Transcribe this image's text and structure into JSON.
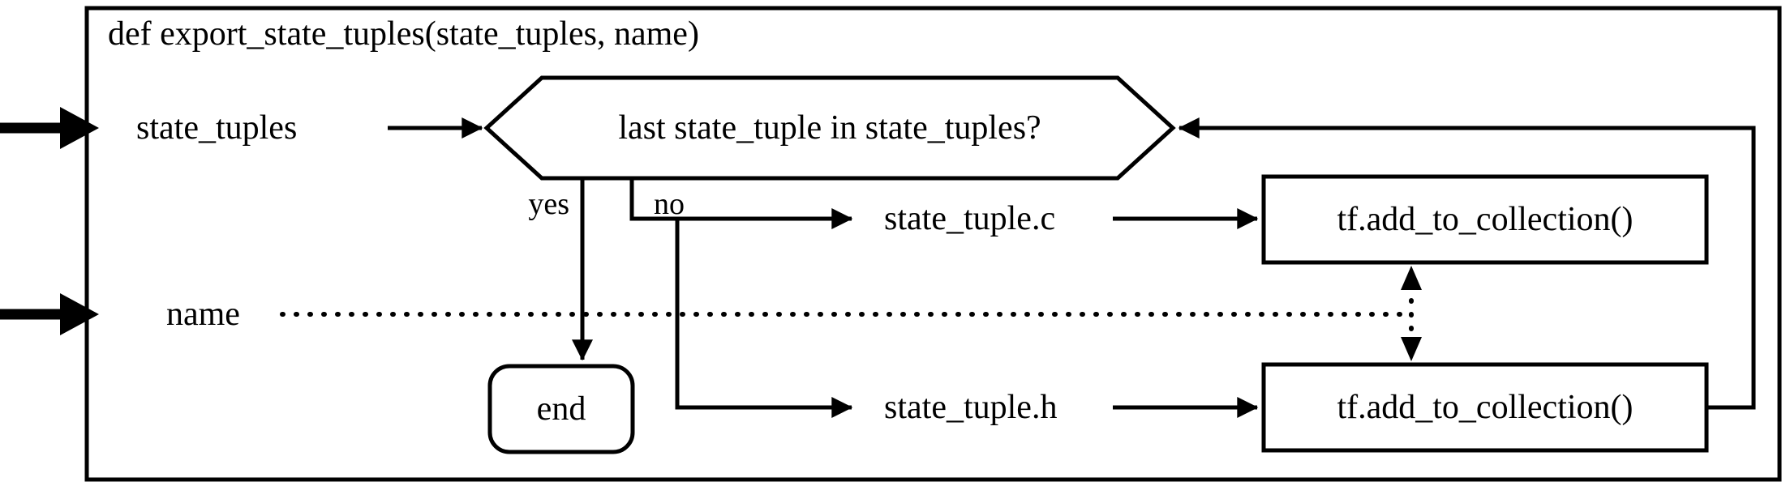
{
  "diagram": {
    "title": "def export_state_tuples(state_tuples, name)",
    "inputs": {
      "state_tuples": "state_tuples",
      "name": "name"
    },
    "decision": "last state_tuple in state_tuples?",
    "branches": {
      "yes": "yes",
      "no": "no"
    },
    "nodes": {
      "state_tuple_c": "state_tuple.c",
      "state_tuple_h": "state_tuple.h",
      "collection_c": "tf.add_to_collection()",
      "collection_h": "tf.add_to_collection()",
      "end": "end"
    },
    "colors": {
      "ink": "#000000",
      "background": "#ffffff"
    }
  }
}
